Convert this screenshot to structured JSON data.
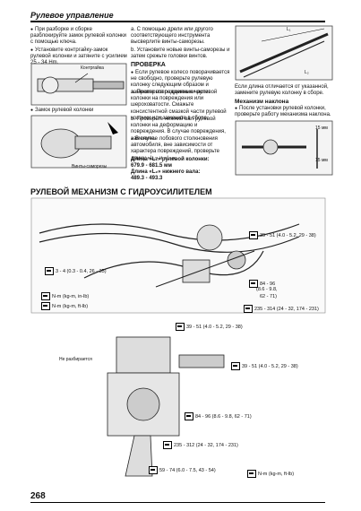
{
  "header": {
    "title": "Рулевое управление"
  },
  "left_col": {
    "b1": "При разборке и сборке разблокируйте замок рулевой колонки с помощью ключа.",
    "b2": "Установите контргайку-замок рулевой колонки и затяните с усилием 25 - 34 Нm.",
    "fig1_label": "Контргайка",
    "b3": "Замок рулевой колонки",
    "fig2_label": "Винты-саморезы"
  },
  "mid_col": {
    "a": "a. С помощью дрели или другого соответствующего инструмента высверлите винты-саморезы.",
    "b": "b. Установите новые винты-саморезы и затем срежьте головки винтов.",
    "section": "ПРОВЕРКА",
    "p1": "Если рулевое колесо поворачивается не свободно, проверьте рулевую колонку следующим образом и замените поврежденные части.",
    "a2": "a. Проверьте подшипники рулевой колонки на повреждения или шероховатости. Смажьте консистентной смазкой части рулевой колонки или замените в сборе.",
    "b2": "b. Проверьте нижний вал рулевой колонки на деформацию и повреждения. В случае повреждения, замените.",
    "p2": "В случае лобового столкновения автомобиля, вне зависимости от характера повреждений, проверьте длину «L₁» и «L₂».",
    "len1_label": "Длина «L₁» рулевой колонки:",
    "len1_val": "679.9 - 681.5 мм",
    "len2_label": "Длина «L₂» нижнего вала:",
    "len2_val": "489.3 - 493.3"
  },
  "right_col": {
    "p1": "Если длина отличается от указанной, замените рулевую колонку в сборе.",
    "sub": "Механизм наклона",
    "b1": "После установки рулевой колонки, проверьте работу механизма наклона.",
    "dim1": "15 мм",
    "dim2": "15 мм",
    "fig_l1": "L₁",
    "fig_l2": "L₂"
  },
  "section2": {
    "title": "РУЛЕВОЙ МЕХАНИЗМ С ГИДРОУСИЛИТЕЛЕМ"
  },
  "torques": {
    "t1": "39 - 51 (4.0 - 5.2, 29 - 38)",
    "t2": "3 - 4 (0.3 - 0.4, 26 - 35)",
    "t3": "84 - 96",
    "t3b": "(8.6 - 9.8,",
    "t3c": "62 - 71)",
    "t4": "235 - 314 (24 - 32, 174 - 231)",
    "t5": "39 - 51 (4.0 - 5.2, 29 - 38)",
    "t6": "39 - 51 (4.0 - 5.2, 29 - 38)",
    "t7": "84 - 96 (8.6 - 9.8, 62 - 71)",
    "t8": "235 - 312 (24 - 32, 174 - 231)",
    "t9": "59 - 74 (6.0 - 7.5, 43 - 54)"
  },
  "legend": {
    "l1": "N-m (kg-m, in-lb)",
    "l2": "N-m (kg-m, ft-lb)",
    "l3": "N-m (kg-m, ft-lb)"
  },
  "fig_bottom": {
    "label": "Не разбирается"
  },
  "footer": {
    "page": "268"
  }
}
